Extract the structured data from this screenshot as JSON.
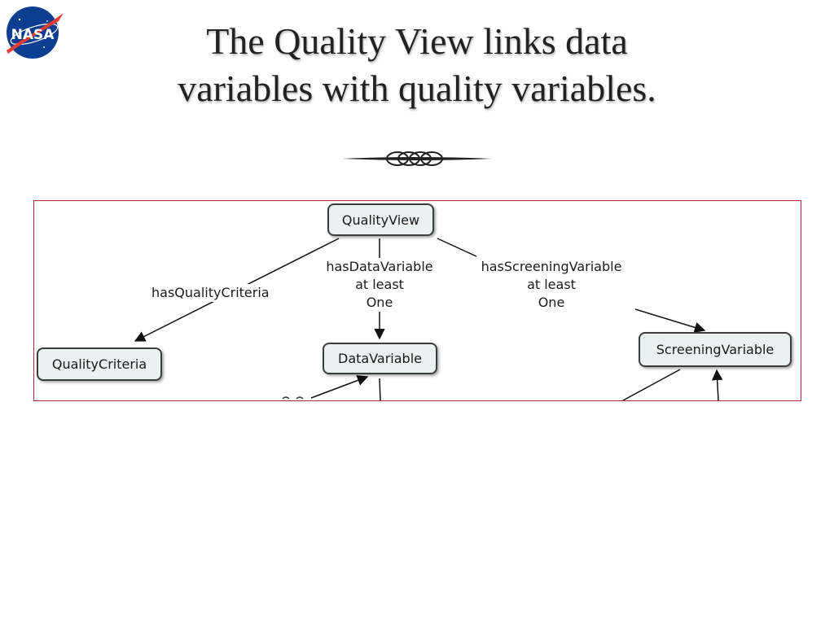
{
  "slide": {
    "logo_text": "NASA",
    "title_lines": [
      "The Quality View links data",
      "variables with quality variables."
    ]
  },
  "diagram": {
    "nodes": {
      "quality_view": "QualityView",
      "quality_criteria": "QualityCriteria",
      "data_variable": "DataVariable",
      "screening_variable": "ScreeningVariable"
    },
    "edges": {
      "has_quality_criteria": "hasQualityCriteria",
      "has_data_variable": [
        "hasDataVariable",
        "at least",
        "One"
      ],
      "has_screening_variable": [
        "hasScreeningVariable",
        "at least",
        "One"
      ]
    }
  },
  "colors": {
    "frame_border": "#b02a35",
    "node_fill": "#e9f1f1",
    "nasa_blue": "#0b3d91",
    "nasa_red": "#e03c31"
  }
}
